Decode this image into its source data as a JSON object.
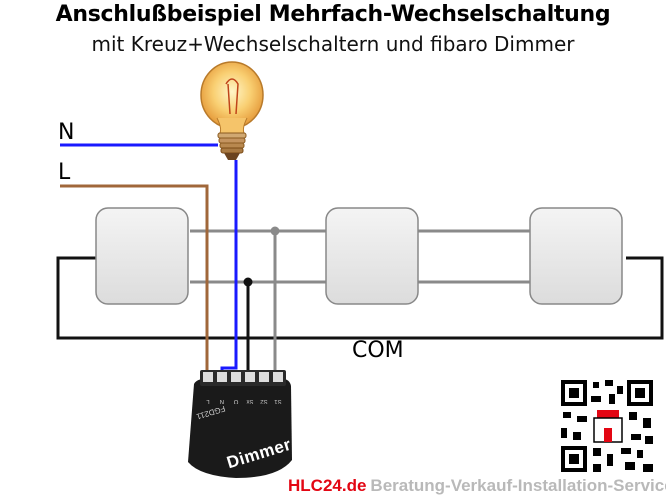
{
  "header": {
    "title": "Anschlußbeispiel Mehrfach-Wechselschaltung",
    "subtitle": "mit Kreuz+Wechselschaltern und fibaro Dimmer"
  },
  "wires": {
    "neutral_label": "N",
    "line_label": "L",
    "com_label": "COM"
  },
  "dimmer": {
    "name": "Dimmer",
    "model": "FGD211",
    "terminals": [
      "L",
      "N",
      "O",
      "Sx",
      "S2",
      "S1"
    ]
  },
  "footer": {
    "brand": "HLC24.de",
    "slogan": "Beratung-Verkauf-Installation-Service"
  },
  "colors": {
    "neutral": "#1a1aff",
    "line": "#a0673a",
    "traveler": "#8a8a8a",
    "com": "#111111",
    "dimmer_body": "#1a1a1a",
    "brand": "#e30613"
  }
}
